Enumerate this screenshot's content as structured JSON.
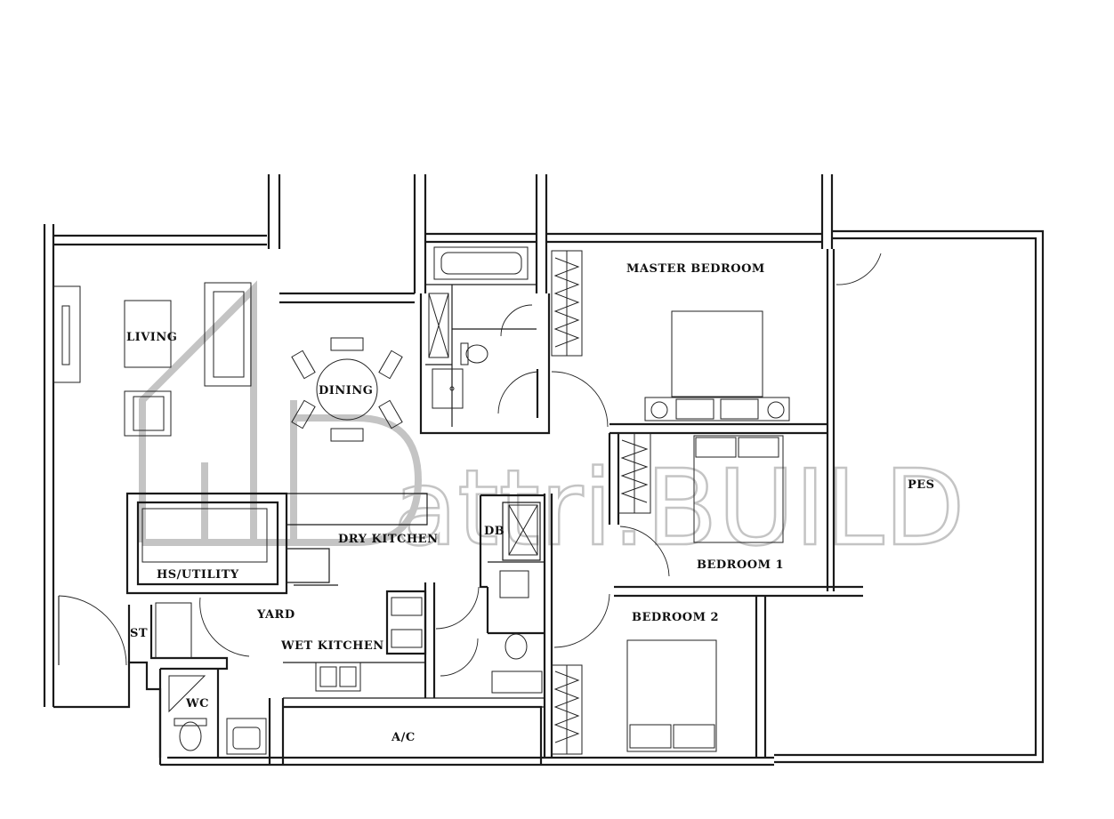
{
  "rooms": {
    "living": "LIVING",
    "dining": "DINING",
    "master_bedroom": "MASTER BEDROOM",
    "bedroom_1": "BEDROOM 1",
    "bedroom_2": "BEDROOM 2",
    "pes": "PES",
    "dry_kitchen": "DRY KITCHEN",
    "db": "DB",
    "hs_utility": "HS/UTILITY",
    "yard": "YARD",
    "st": "ST",
    "wet_kitchen": "WET KITCHEN",
    "wc": "WC",
    "ac": "A/C"
  },
  "watermark": {
    "text": "attri.BUILD",
    "color": "#c4c4c4"
  },
  "colors": {
    "wall": "#1a1a1a",
    "background": "#ffffff"
  }
}
